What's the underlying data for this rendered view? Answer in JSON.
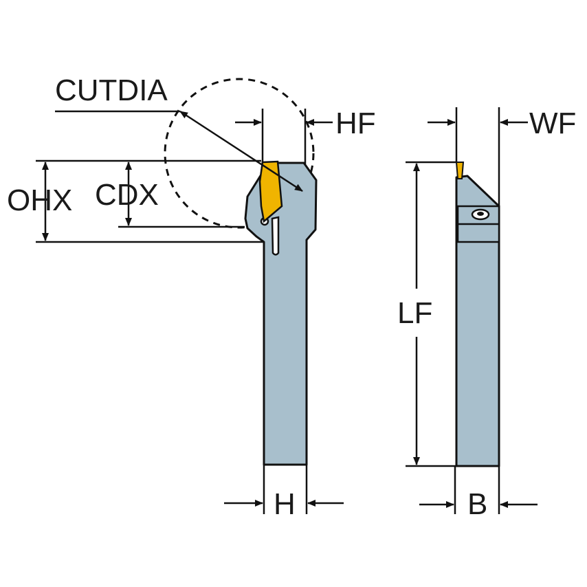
{
  "colors": {
    "holder_body": "#a8bfcc",
    "insert": "#f0b400",
    "outline": "#111111",
    "background": "#ffffff"
  },
  "labels": {
    "cutdia": "CUTDIA",
    "ohx": "OHX",
    "cdx": "CDX",
    "hf": "HF",
    "wf": "WF",
    "lf": "LF",
    "h": "H",
    "b": "B"
  }
}
